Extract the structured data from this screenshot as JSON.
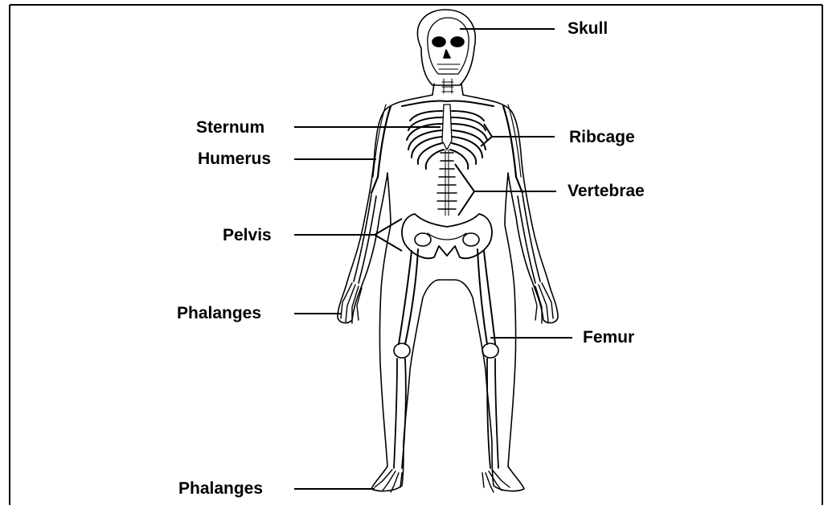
{
  "diagram": {
    "labels": {
      "skull": "Skull",
      "sternum": "Sternum",
      "humerus": "Humerus",
      "ribcage": "Ribcage",
      "vertebrae": "Vertebrae",
      "pelvis": "Pelvis",
      "phalanges_hand": "Phalanges",
      "femur": "Femur",
      "phalanges_foot": "Phalanges"
    },
    "colors": {
      "ink": "#000000",
      "fill": "#ffffff"
    }
  }
}
